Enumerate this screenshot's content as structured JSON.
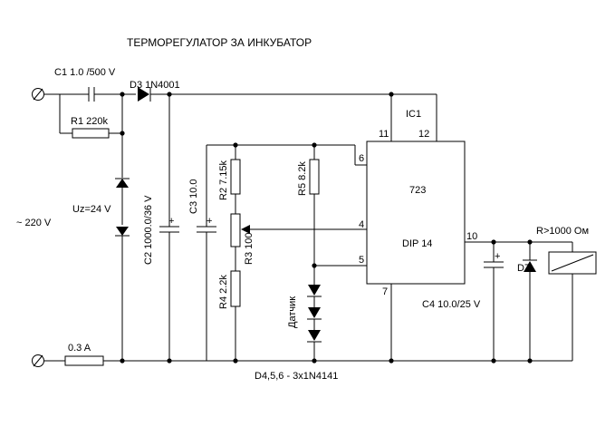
{
  "title": "ТЕРМОРЕГУЛАТОР  ЗА  ИНКУБАТОР",
  "labels": {
    "c1": "C1 1.0 /500 V",
    "d3": "D3 1N4001",
    "r1": "R1 220k",
    "ic1": "IC1",
    "pin11": "11",
    "pin12": "12",
    "pin6": "6",
    "pin4": "4",
    "pin5": "5",
    "pin7": "7",
    "pin10": "10",
    "chip": "723",
    "pkg": "DIP 14",
    "uz": "Uz=24 V",
    "ac": "~ 220 V",
    "c2": "C2 1000.0/36 V",
    "c3": "C3 10.0",
    "r2": "R2 7.15k",
    "r3": "R3 100",
    "r4": "R4 2.2k",
    "r5": "R5 8.2k",
    "sensor": "Датчик",
    "fuse": "0.3 A",
    "diodes": "D4,5,6 - 3x1N4141",
    "c4": "C4 10.0/25 V",
    "d7": "D7",
    "relay": "R>1000 Ом",
    "plus": "+"
  }
}
